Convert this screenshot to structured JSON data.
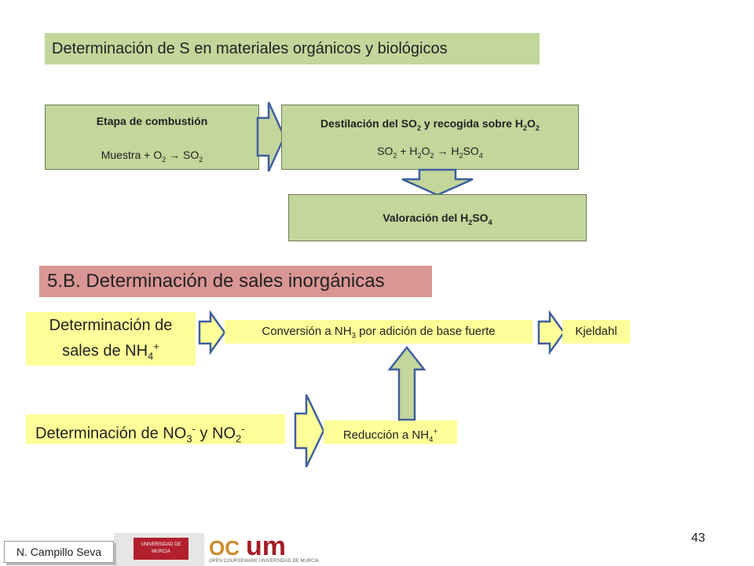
{
  "title": "Determinación de S en materiales orgánicos y biológicos",
  "combustion": {
    "heading": "Etapa de combustión",
    "reaction": {
      "a": "Muestra + O",
      "s1": "2",
      "b": " → SO",
      "s2": "2"
    }
  },
  "destilacion": {
    "heading": {
      "a": "Destilación del SO",
      "s1": "2",
      "b": " y recogida sobre H",
      "s2": "2",
      "c": "O",
      "s3": "2"
    },
    "reaction": {
      "a": "SO",
      "s1": "2",
      "b": " +  H",
      "s2": "2",
      "c": "O",
      "s3": "2",
      "d": " → H",
      "s4": "2",
      "e": "SO",
      "s5": "4"
    }
  },
  "valoracion": {
    "a": "Valoración del H",
    "s1": "2",
    "b": "SO",
    "s2": "4"
  },
  "section_title": "5.B. Determinación de sales inorgánicas",
  "sales_nh4": {
    "line1": "Determinación de",
    "line2a": "sales de NH",
    "sub": "4",
    "sup": "+"
  },
  "conversion": {
    "a": "Conversión a NH",
    "s1": "3",
    "b": " por adición de base fuerte"
  },
  "kjeldahl": "Kjeldahl",
  "no3_no2": {
    "a": "Determinación de NO",
    "s1": "3",
    "sup1": "-",
    "b": " y NO",
    "s2": "2",
    "sup2": "-"
  },
  "reduccion": {
    "a": "Reducción a NH",
    "s1": "4",
    "sup": "+"
  },
  "footer": {
    "author": "N. Campillo Seva",
    "logo_univ": "UNIVERSIDAD DE MURCIA",
    "logo_oc": "OC",
    "logo_um": "um",
    "logo_small": "OPEN COURSEWARE  UNIVERSIDAD DE MURCIA",
    "page": "43"
  },
  "colors": {
    "green": "#c3d69b",
    "rose": "#da9694",
    "yellow": "#ffff99",
    "arrow_border": "#3f5f9f"
  }
}
